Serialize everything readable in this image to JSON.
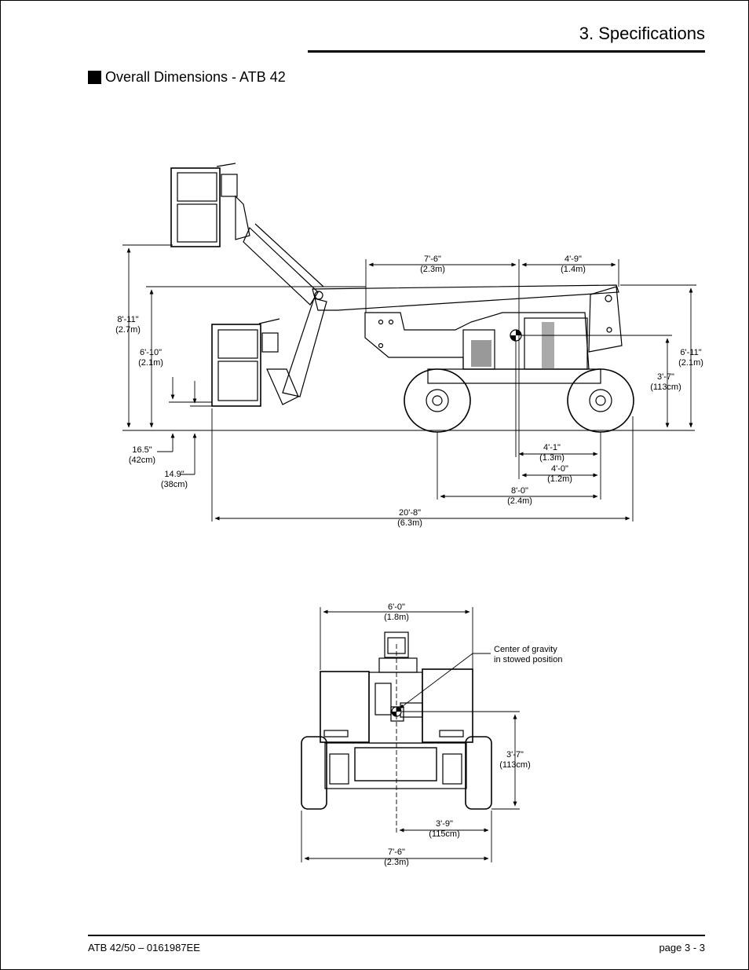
{
  "header": {
    "section_title": "3. Specifications"
  },
  "subsection": {
    "title": "Overall Dimensions - ATB 42"
  },
  "side_view": {
    "dims": {
      "h_8_11": [
        "8'-11\"",
        "(2.7m)"
      ],
      "h_6_10": [
        "6'-10\"",
        "(2.1m)"
      ],
      "h_16_5": [
        "16.5\"",
        "(42cm)"
      ],
      "h_14_9": [
        "14.9\"",
        "(38cm)"
      ],
      "top_7_6": [
        "7'-6\"",
        "(2.3m)"
      ],
      "top_4_9": [
        "4'-9\"",
        "(1.4m)"
      ],
      "right_6_11": [
        "6'-11\"",
        "(2.1m)"
      ],
      "right_3_7": [
        "3'-7\"",
        "(113cm)"
      ],
      "b_4_1": [
        "4'-1\"",
        "(1.3m)"
      ],
      "b_4_0": [
        "4'-0\"",
        "(1.2m)"
      ],
      "b_8_0": [
        "8'-0\"",
        "(2.4m)"
      ],
      "b_20_8": [
        "20'-8\"",
        "(6.3m)"
      ]
    }
  },
  "rear_view": {
    "dims": {
      "top_6_0": [
        "6'-0\"",
        "(1.8m)"
      ],
      "right_3_7": [
        "3'-7\"",
        "(113cm)"
      ],
      "b_3_9": [
        "3'-9\"",
        "(115cm)"
      ],
      "b_7_6": [
        "7'-6\"",
        "(2.3m)"
      ]
    },
    "callout": [
      "Center of gravity",
      "in stowed position"
    ]
  },
  "footer": {
    "document_id": "ATB 42/50 – 0161987EE",
    "page": "page  3 - 3"
  }
}
